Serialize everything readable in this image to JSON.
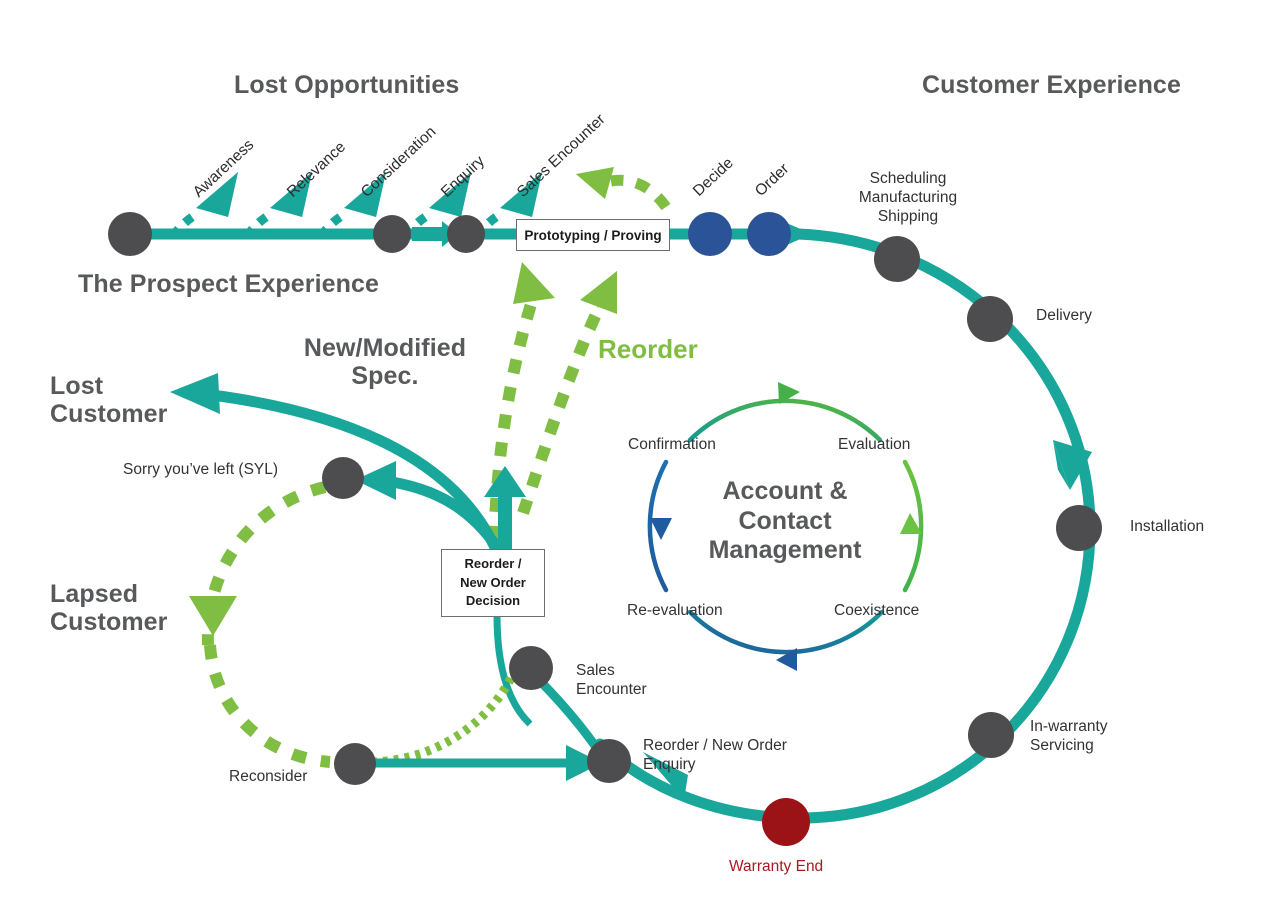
{
  "colors": {
    "teal": "#1aa79b",
    "green": "#7fbe42",
    "blue": "#2b5397",
    "gray_node": "#4d4d4f",
    "dark_red": "#9b1217",
    "heading_gray": "#58595b",
    "label_gray": "#333335",
    "warranty_red": "#a81a21",
    "cycle_blue": "#1f5b9e",
    "cycle_green": "#5cb836",
    "background": "#ffffff"
  },
  "headings": {
    "lost_opportunities": "Lost Opportunities",
    "customer_experience": "Customer Experience",
    "prospect_experience": "The Prospect Experience",
    "new_modified_spec": "New/Modified\nSpec.",
    "lost_customer": "Lost\nCustomer",
    "lapsed_customer": "Lapsed\nCustomer",
    "reorder": "Reorder"
  },
  "prospect_stages": [
    {
      "label": "Awareness"
    },
    {
      "label": "Relevance"
    },
    {
      "label": "Consideration"
    },
    {
      "label": "Enquiry"
    },
    {
      "label": "Sales Encounter"
    }
  ],
  "decision_stages": [
    {
      "label": "Decide"
    },
    {
      "label": "Order"
    }
  ],
  "boxes": {
    "prototyping": "Prototyping / Proving",
    "reorder_decision": "Reorder /\nNew Order\nDecision"
  },
  "customer_experience_nodes": [
    {
      "label": "Scheduling\nManufacturing\nShipping"
    },
    {
      "label": "Delivery"
    },
    {
      "label": "Installation"
    },
    {
      "label": "In-warranty\nServicing"
    }
  ],
  "warranty_end": "Warranty End",
  "lower_loop_nodes": [
    {
      "label": "Reorder / New Order\nEnquiry"
    },
    {
      "label": "Sales\nEncounter"
    },
    {
      "label": "Reconsider"
    },
    {
      "label": "Sorry you’ve left (SYL)"
    }
  ],
  "account_cycle": {
    "center_title": "Account &\nContact\nManagement",
    "stages": [
      {
        "label": "Confirmation"
      },
      {
        "label": "Evaluation"
      },
      {
        "label": "Coexistence"
      },
      {
        "label": "Re-evaluation"
      }
    ]
  },
  "chart_data": {
    "type": "diagram",
    "title": "Customer Journey Lifecycle Diagram",
    "sections": [
      {
        "name": "Lost Opportunities",
        "description": "Dotted teal drop-off arrows above the prospect line",
        "stages": [
          "Awareness",
          "Relevance",
          "Consideration",
          "Enquiry",
          "Sales Encounter"
        ]
      },
      {
        "name": "The Prospect Experience",
        "description": "Horizontal teal line left to right",
        "stages": [
          "Awareness",
          "Relevance",
          "Consideration",
          "Enquiry",
          "Sales Encounter",
          "Prototyping / Proving",
          "Decide",
          "Order"
        ]
      },
      {
        "name": "Customer Experience",
        "description": "Large teal circle clockwise from Order",
        "stages": [
          "Scheduling Manufacturing Shipping",
          "Delivery",
          "Installation",
          "In-warranty Servicing",
          "Warranty End",
          "Reorder / New Order Enquiry"
        ]
      },
      {
        "name": "Account & Contact Management",
        "description": "Inner four-stage clockwise cycle",
        "stages": [
          "Confirmation",
          "Evaluation",
          "Coexistence",
          "Re-evaluation"
        ]
      },
      {
        "name": "Reorder",
        "description": "Green dotted arrows returning to Prototyping / Proving and Decide",
        "stages": [
          "Reorder / New Order Decision",
          "Prototyping / Proving",
          "Decide"
        ]
      },
      {
        "name": "Lost / Lapsed Customer",
        "description": "Teal exits and green dotted recovery loop",
        "stages": [
          "Lost Customer",
          "Sorry you’ve left (SYL)",
          "Lapsed Customer",
          "Reconsider",
          "Reorder / New Order Enquiry"
        ]
      }
    ]
  }
}
